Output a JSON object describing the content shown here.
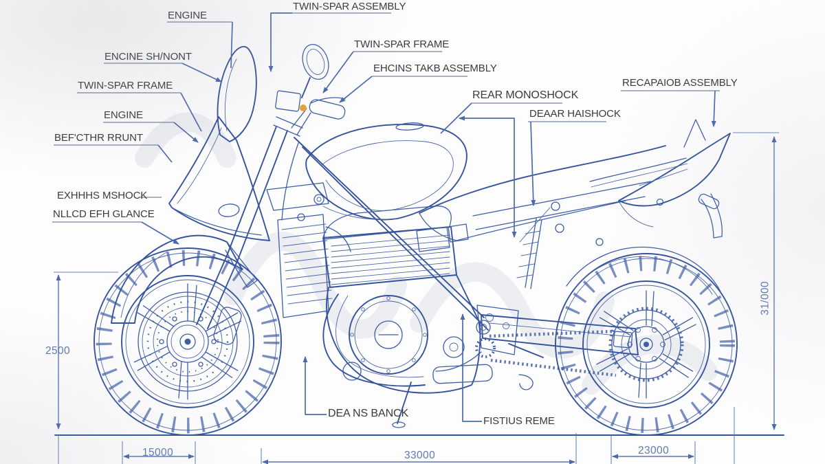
{
  "diagram": {
    "subject": "motorcycle technical blueprint, side view with callouts and dimensions",
    "style": "blue line art on white",
    "line_color": "#3e5ea6",
    "label_color": "#3a3a3c",
    "dimension_color": "#6079b3",
    "accent_color": "#e8a23b"
  },
  "callouts": {
    "engine_top": "ENGINE",
    "twin_spar_assembly": "TWIN-SPAR ASSEMBLY",
    "encine_shinont": "ENCINE SH/NONT",
    "twin_spar_frame_left": "TWIN-SPAR FRAME",
    "engine_left": "ENGINE",
    "befcthr_rrunt": "BEF'CTHR RRUNT",
    "exhhhs_mshock": "EXHHHS MSHOCK",
    "nllcd_efh_glance": "NLLCD EFH GLANCE",
    "twin_spar_frame_right": "TWIN-SPAR FRAME",
    "ehcins_takb_assembly": "EHCINS TAKB ASSEMBLY",
    "rear_monoshock": "REAR MONOSHOCK",
    "deaar_haishock": "DEAAR HAISHOCK",
    "recapaiob_assembly": "RECAPAIOB ASSEMBLY",
    "dea_ns_banck": "DEA NS BANCK",
    "fistius_reme": "FISTIUS REME"
  },
  "dimensions": {
    "front_height": "2500",
    "front_segment": "15000",
    "wheelbase": "33000",
    "rear_segment": "23000",
    "overall_height": "31/000"
  }
}
